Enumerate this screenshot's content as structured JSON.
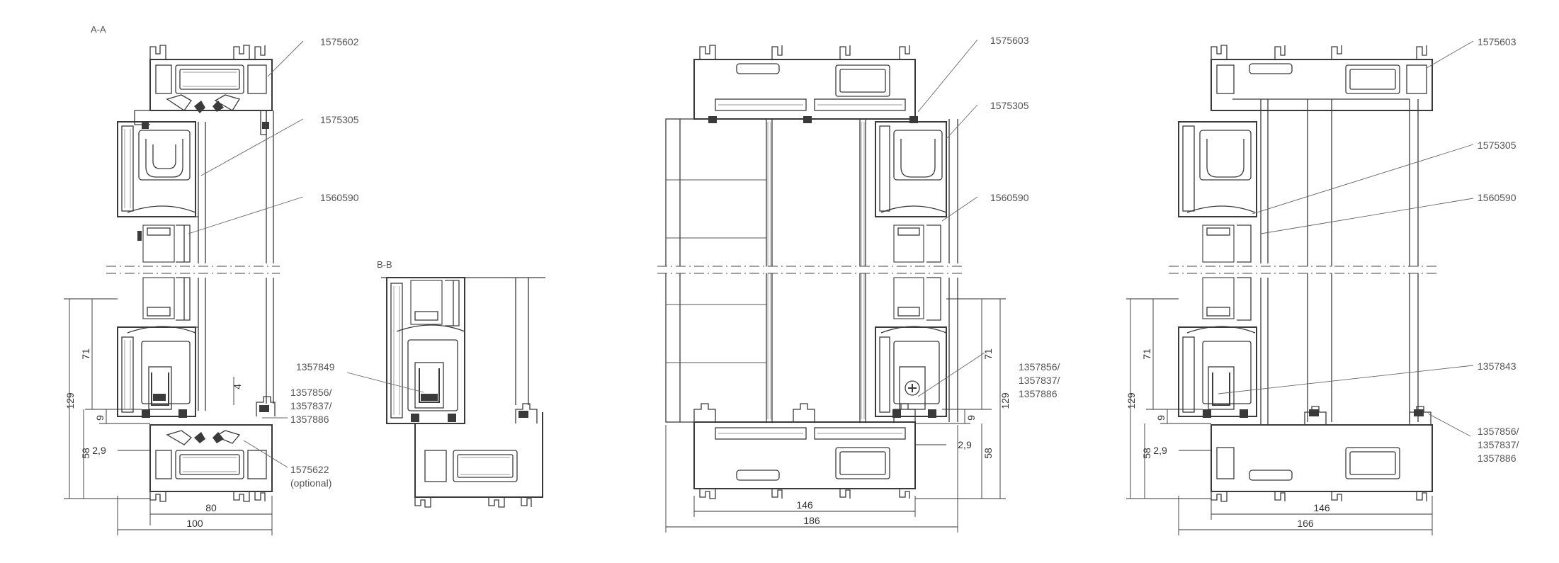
{
  "sections": {
    "aa": "A-A",
    "bb": "B-B"
  },
  "labels": {
    "v1_1575602": "1575602",
    "v1_1575305": "1575305",
    "v1_1560590": "1560590",
    "v1_1357856": "1357856/",
    "v1_1357837": "1357837/",
    "v1_1357886": "1357886",
    "v1_1575622": "1575622",
    "v1_optional": "(optional)",
    "v2_1357849": "1357849",
    "v3_1575603": "1575603",
    "v3_1575305": "1575305",
    "v3_1560590": "1560590",
    "v3_1357856": "1357856/",
    "v3_1357837": "1357837/",
    "v3_1357886": "1357886",
    "v4_1575603": "1575603",
    "v4_1575305": "1575305",
    "v4_1560590": "1560590",
    "v4_1357843": "1357843",
    "v4_1357856": "1357856/",
    "v4_1357837": "1357837/",
    "v4_1357886": "1357886"
  },
  "dimensions": {
    "v1_129": "129",
    "v1_71": "71",
    "v1_58": "58",
    "v1_9": "9",
    "v1_4": "4",
    "v1_2_9": "2,9",
    "v1_80": "80",
    "v1_100": "100",
    "v3_71": "71",
    "v3_129": "129",
    "v3_9": "9",
    "v3_58": "58",
    "v3_2_9": "2,9",
    "v3_146": "146",
    "v3_186": "186",
    "v4_129": "129",
    "v4_71": "71",
    "v4_9": "9",
    "v4_58": "58",
    "v4_2_9": "2,9",
    "v4_146": "146",
    "v4_166": "166"
  },
  "colors": {
    "line": "#3a3a3a",
    "text": "#555555",
    "background": "#ffffff"
  }
}
